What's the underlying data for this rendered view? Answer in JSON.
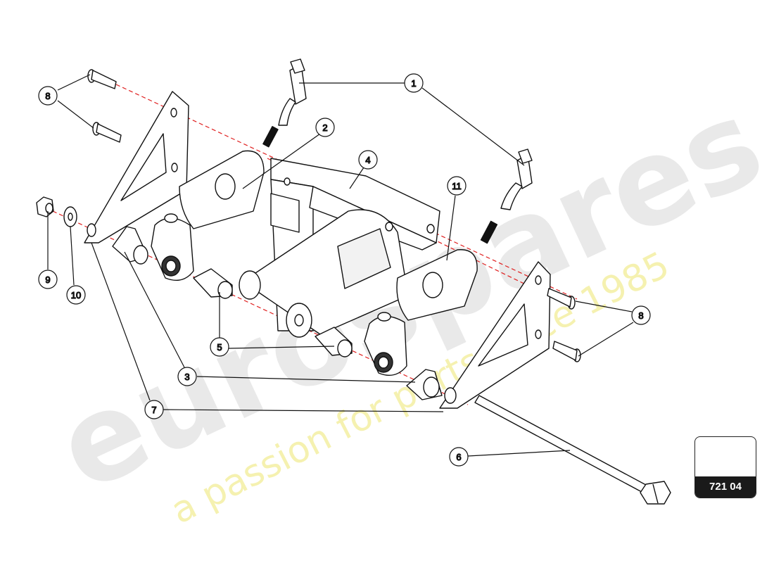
{
  "diagram": {
    "reference_code": "721 04",
    "callouts": [
      "1",
      "2",
      "3",
      "4",
      "5",
      "6",
      "7",
      "8",
      "9",
      "10",
      "11"
    ]
  },
  "watermark": {
    "brand_text": "eurospares",
    "tagline": "a passion for parts since 1985",
    "colors": {
      "brand": "#e6e6e6",
      "tagline": "#f4f0a8"
    }
  },
  "colors": {
    "line": "#111111",
    "axis_dash": "#e02020",
    "part_fill": "#ffffff"
  }
}
